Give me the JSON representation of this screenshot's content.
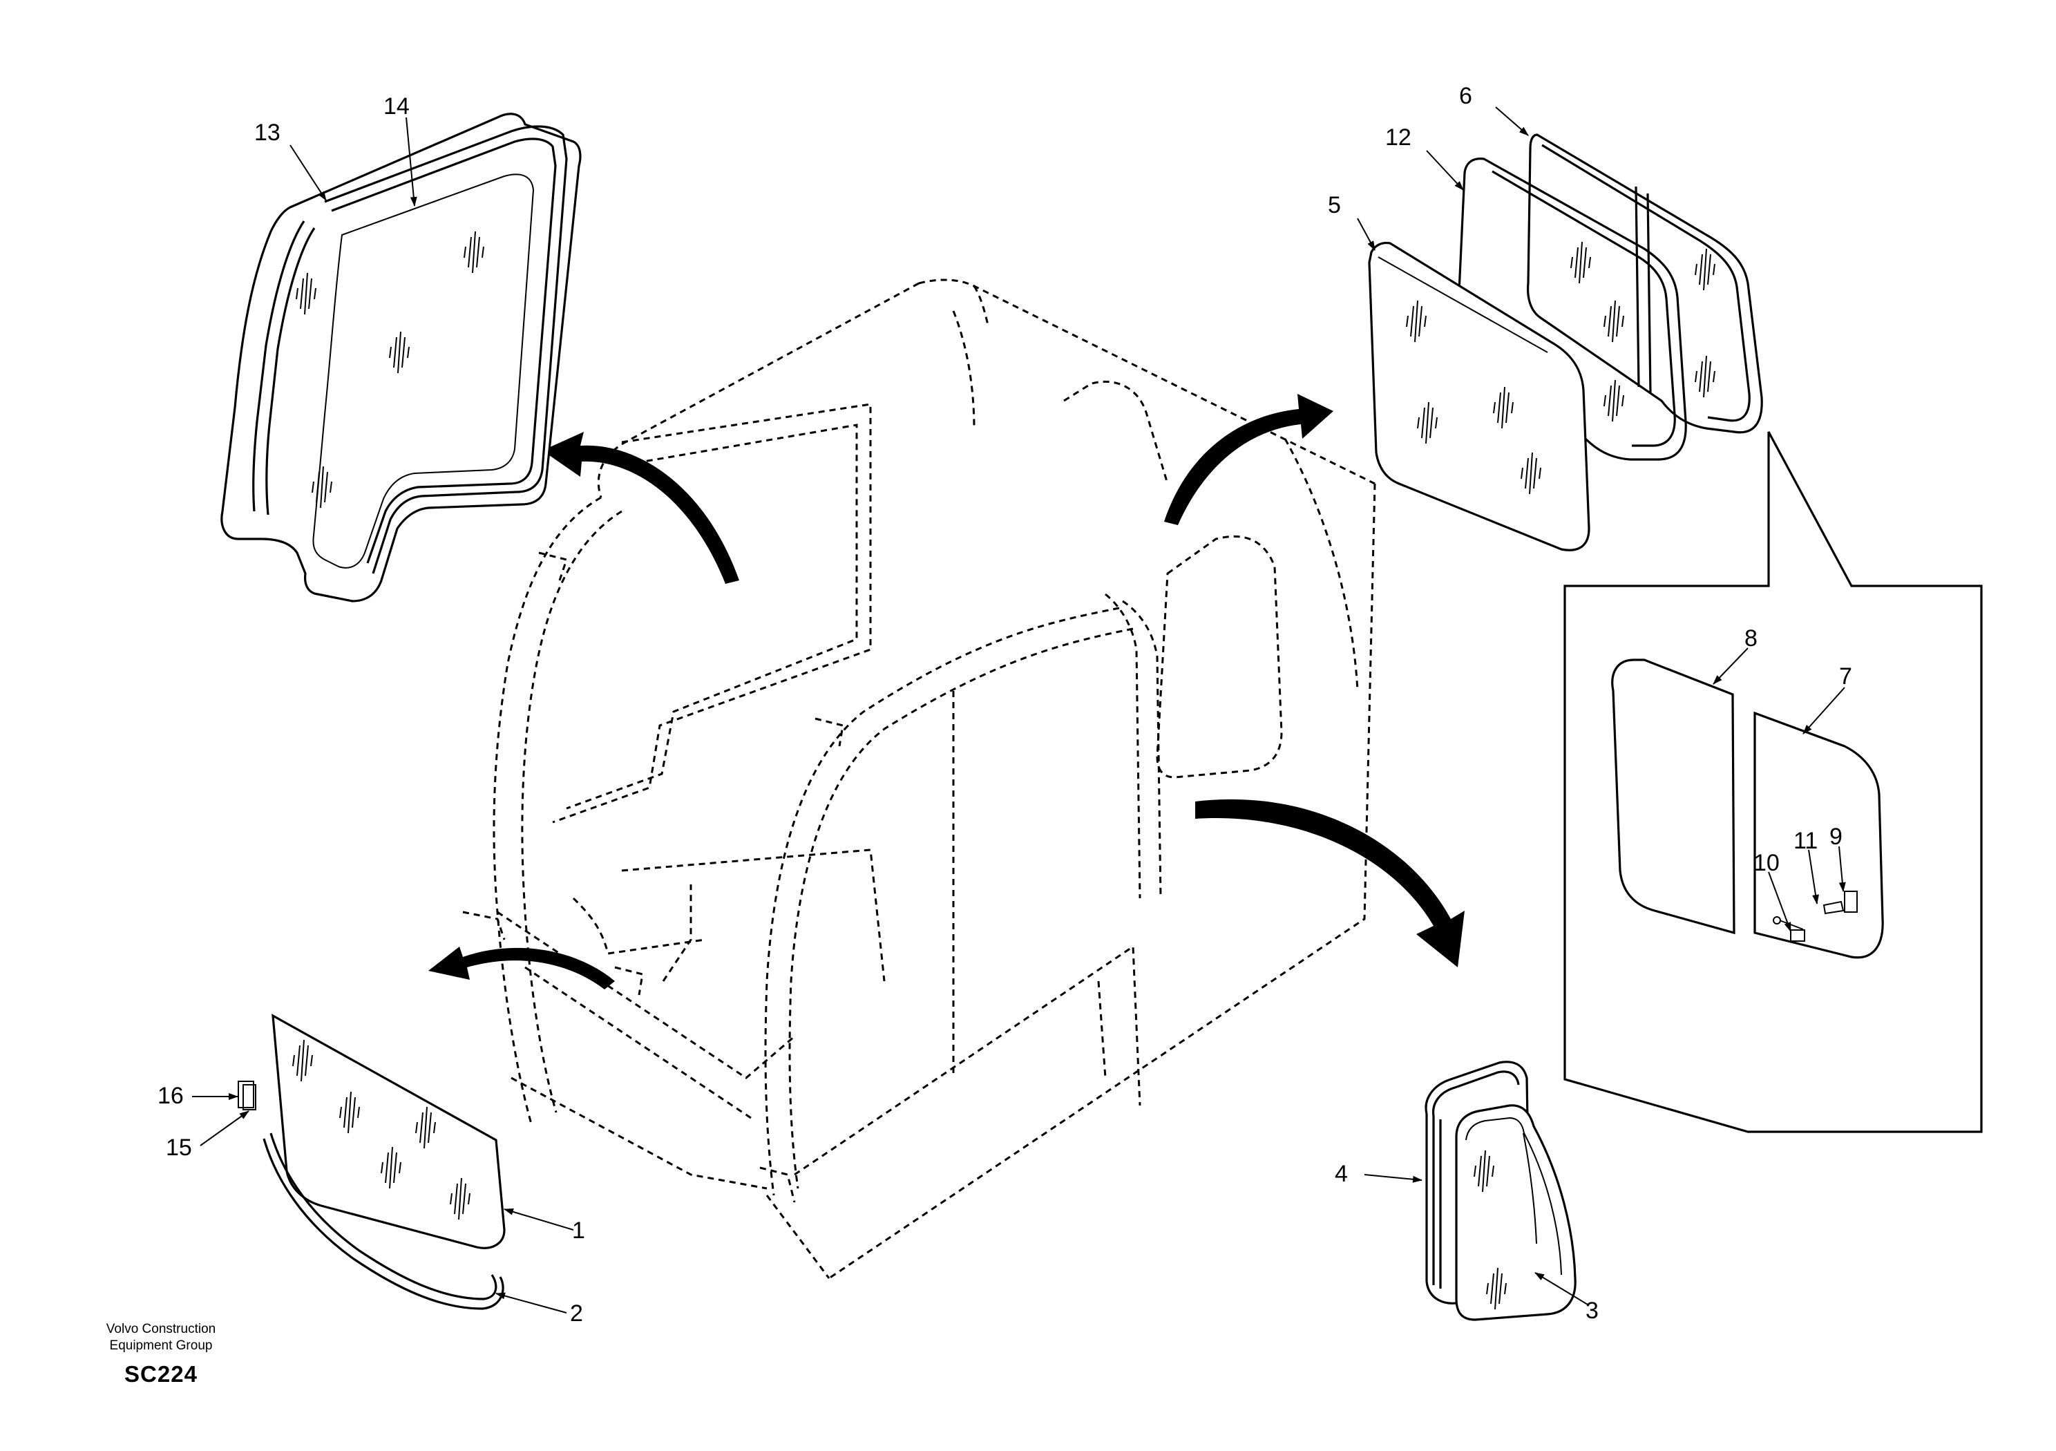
{
  "drawing": {
    "footer_company_line1": "Volvo Construction",
    "footer_company_line2": "Equipment Group",
    "drawing_code": "SC224"
  },
  "callouts": {
    "c1": "1",
    "c2": "2",
    "c3": "3",
    "c4": "4",
    "c5": "5",
    "c6": "6",
    "c7": "7",
    "c8": "8",
    "c9": "9",
    "c10": "10",
    "c11": "11",
    "c12": "12",
    "c13": "13",
    "c14": "14",
    "c15": "15",
    "c16": "16"
  },
  "line_color": "#000000",
  "background_color": "#ffffff"
}
